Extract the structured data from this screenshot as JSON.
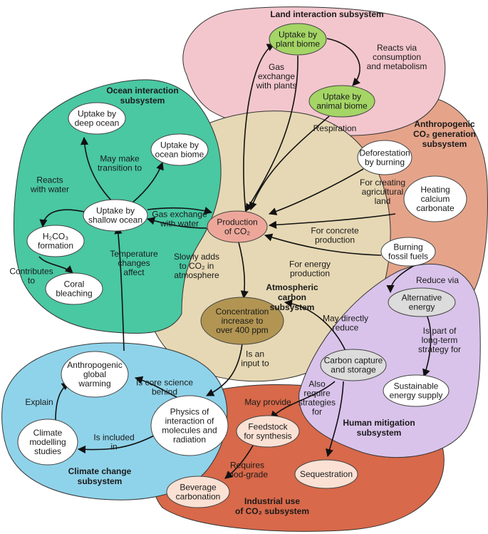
{
  "colors": {
    "atmospheric": "#e6d8b4",
    "land": "#f3c6cd",
    "ocean": "#49c8a2",
    "anthropogenic": "#e5a48a",
    "human": "#d9c3ea",
    "industrial": "#d8694a",
    "climate": "#8fd3ea",
    "node_default": "#ffffff",
    "node_green": "#a4d565",
    "node_co2": "#eda79a",
    "node_concentration": "#b29552",
    "node_mitigation": "#dcdcdc",
    "node_industrial": "#fbe1d4"
  },
  "subsystems": {
    "land": [
      "Land interaction subsystem"
    ],
    "ocean": [
      "Ocean interaction",
      "subsystem"
    ],
    "anthropogenic": [
      "Anthropogenic",
      "CO₂ generation",
      "subsystem"
    ],
    "atmospheric": [
      "Atmospheric",
      "carbon",
      "subsystem"
    ],
    "human": [
      "Human mitigation",
      "subsystem"
    ],
    "industrial": [
      "Industrial use",
      "of CO₂ subsystem"
    ],
    "climate": [
      "Climate change",
      "subsystem"
    ]
  },
  "nodes": {
    "uptake_plant": [
      "Uptake by",
      "plant biome"
    ],
    "uptake_animal": [
      "Uptake by",
      "animal biome"
    ],
    "uptake_deep": [
      "Uptake by",
      "deep ocean"
    ],
    "uptake_ocean_biome": [
      "Uptake by",
      "ocean biome"
    ],
    "uptake_shallow": [
      "Uptake by",
      "shallow ocean"
    ],
    "h2co3": [
      "H₂CO₃",
      "formation"
    ],
    "coral": [
      "Coral",
      "bleaching"
    ],
    "production": [
      "Production",
      "of CO₂"
    ],
    "concentration": [
      "Concentration",
      "increase to",
      "over 400 ppm"
    ],
    "deforestation": [
      "Deforestation",
      "by burning"
    ],
    "heating": [
      "Heating",
      "calcium",
      "carbonate"
    ],
    "burning": [
      "Burning",
      "fossil fuels"
    ],
    "alternative": [
      "Alternative",
      "energy"
    ],
    "carbon_capture": [
      "Carbon capture",
      "and storage"
    ],
    "sustainable": [
      "Sustainable",
      "energy supply"
    ],
    "feedstock": [
      "Feedstock",
      "for synthesis"
    ],
    "sequestration": [
      "Sequestration"
    ],
    "beverage": [
      "Beverage",
      "carbonation"
    ],
    "global_warming": [
      "Anthropogenic",
      "global",
      "warming"
    ],
    "physics": [
      "Physics of",
      "interaction of",
      "molecules and",
      "radiation"
    ],
    "climate_modelling": [
      "Climate",
      "modelling",
      "studies"
    ]
  },
  "edge_labels": {
    "reacts_consumption": [
      "Reacts via",
      "consumption",
      "and metabolism"
    ],
    "gas_exchange_plants": [
      "Gas",
      "exchange",
      "with plants"
    ],
    "respiration": [
      "Respiration"
    ],
    "may_make_transition": [
      "May make",
      "transition to"
    ],
    "reacts_water": [
      "Reacts",
      "with water"
    ],
    "gas_exchange_water": [
      "Gas exchange",
      "with water"
    ],
    "contributes_to": [
      "Contributes",
      "to"
    ],
    "temperature_changes": [
      "Temperature",
      "changes",
      "affect"
    ],
    "slowly_adds": [
      "Slowly adds",
      "to CO₂ in",
      "atmosphere"
    ],
    "for_creating_land": [
      "For creating",
      "agricultural",
      "land"
    ],
    "for_concrete": [
      "For concrete",
      "production"
    ],
    "for_energy": [
      "For energy",
      "production"
    ],
    "reduce_via": [
      "Reduce via"
    ],
    "may_directly_reduce": [
      "May directly",
      "reduce"
    ],
    "part_of_strategy": [
      "Is part of",
      "long-term",
      "strategy for"
    ],
    "is_input_to": [
      "Is an",
      "input to"
    ],
    "is_core_science": [
      "Is core science",
      "behind"
    ],
    "explain": [
      "Explain"
    ],
    "is_included_in": [
      "Is included",
      "in"
    ],
    "may_provide": [
      "May provide"
    ],
    "also_require": [
      "Also",
      "require",
      "strategies",
      "for"
    ],
    "requires_food_grade": [
      "Requires",
      "food-grade"
    ]
  }
}
